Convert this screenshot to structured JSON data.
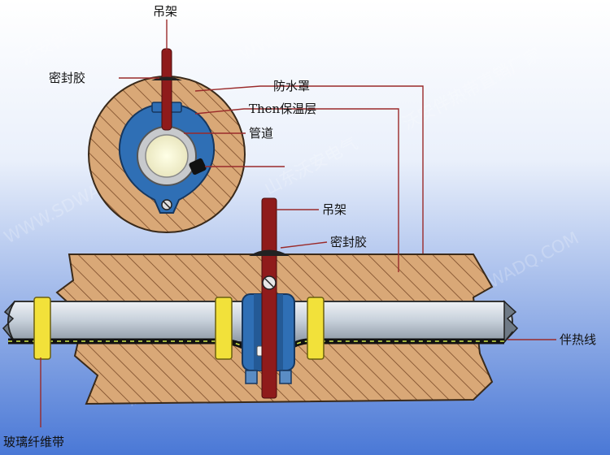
{
  "labels": {
    "hanger_top": "吊架",
    "sealant_top": "密封胶",
    "waterproof_cover": "防水罩",
    "insulation": "Then保温层",
    "pipe": "管道",
    "hanger_mid": "吊架",
    "sealant_mid": "密封胶",
    "heat_tracing_cable": "伴热线",
    "fiberglass_tape": "玻璃纤维带"
  },
  "watermarks": [
    "沃安伴热带直销厂家",
    "WWW.SDWADQ.COM",
    "山东沃安电气"
  ],
  "colors": {
    "background_top": "#ffffff",
    "background_bottom": "#4a78d6",
    "insulation": "#d9a877",
    "insulation_hatch": "#7a4a28",
    "pipe": "#c9d2dc",
    "clamp_blue": "#2f6fb5",
    "clamp_yellow": "#f2e13a",
    "hanger": "#8f1b1b",
    "cable": "#111111",
    "cable_dash": "#cfe84a",
    "leader_line": "#9a2a2a"
  }
}
